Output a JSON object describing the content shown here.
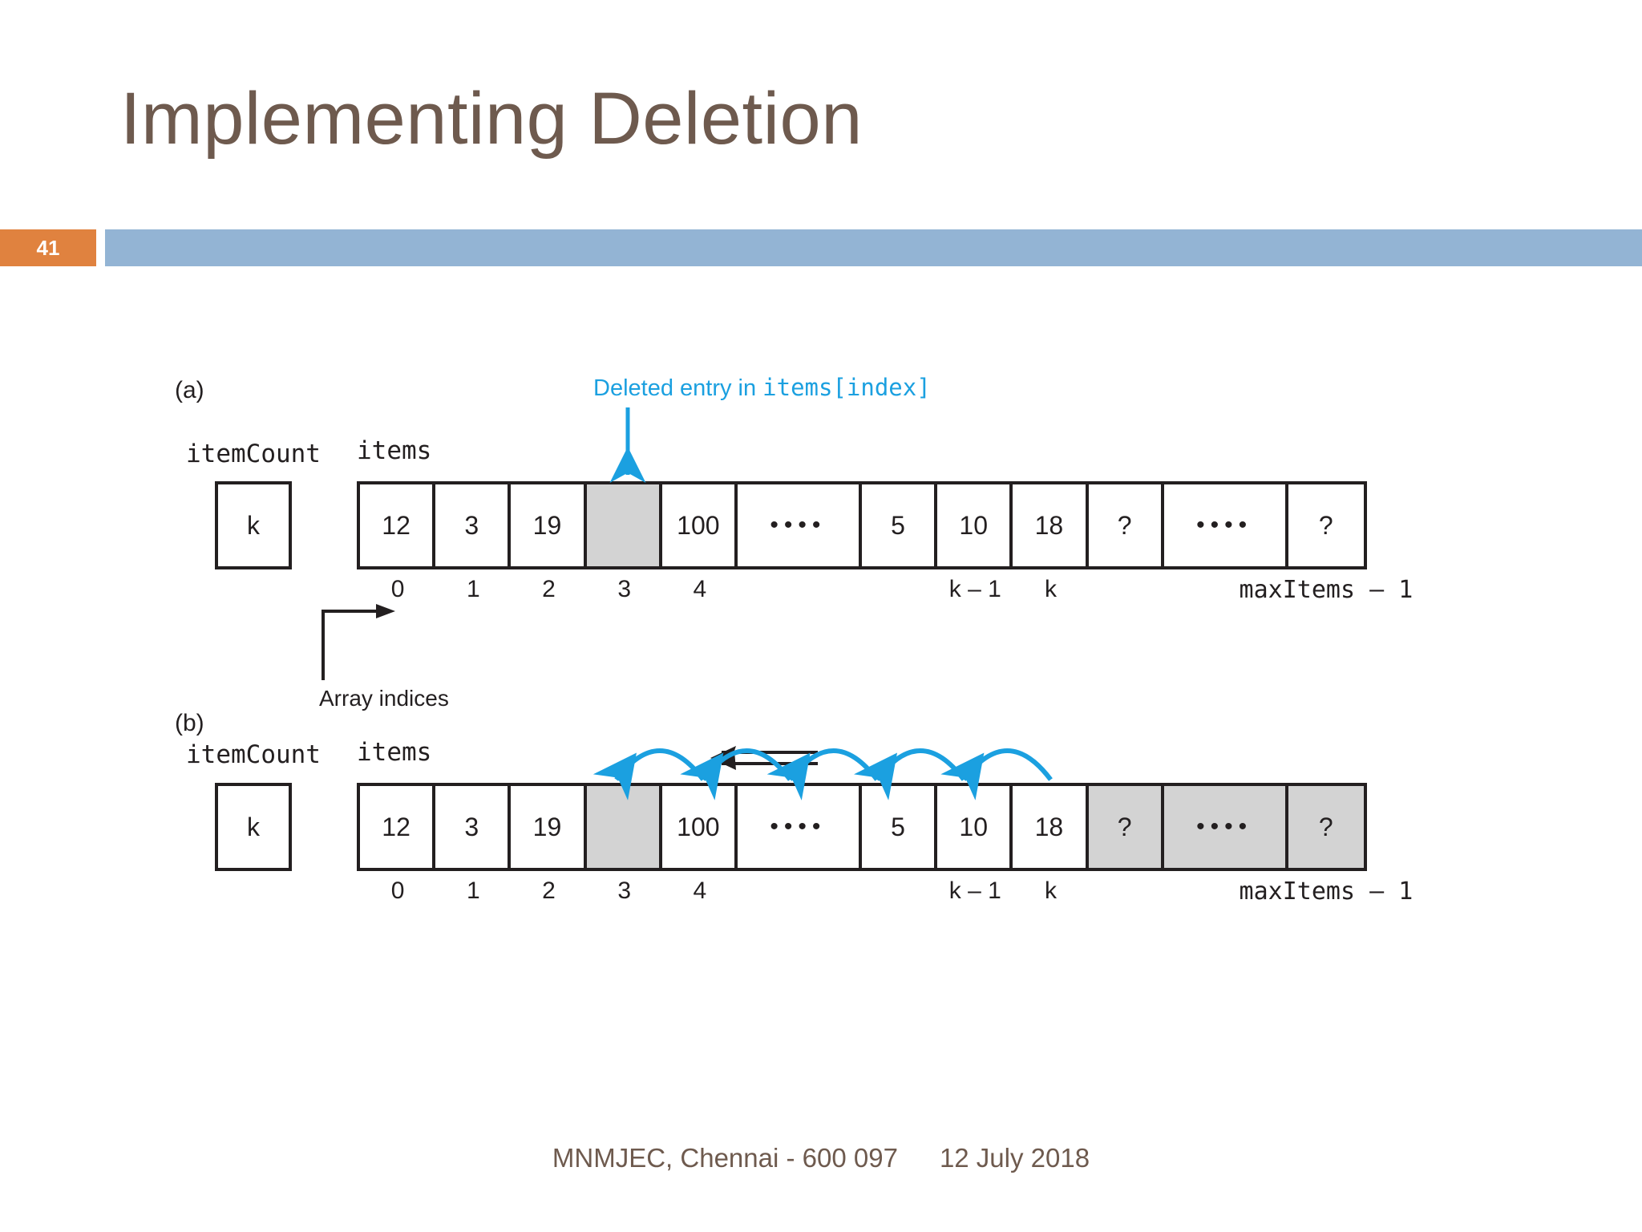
{
  "slide": {
    "title": "Implementing Deletion",
    "page_number": "41",
    "badge_color": "#E0823F",
    "band_color": "#93B4D4",
    "title_color": "#6E5A4E"
  },
  "footer": {
    "institution": "MNMJEC, Chennai - 600 097",
    "date": "12 July 2018"
  },
  "figure": {
    "accent_color": "#1BA0E0",
    "shade_color": "#D3D3D3",
    "callout": {
      "text_prefix": "Deleted entry in ",
      "code": "items[index]"
    },
    "array_indices_label": "Array indices",
    "panel_a": {
      "letter": "(a)",
      "item_count_label": "itemCount",
      "items_label": "items",
      "item_count_value": "k",
      "cells": [
        {
          "value": "12",
          "shaded": false,
          "wide": false
        },
        {
          "value": "3",
          "shaded": false,
          "wide": false
        },
        {
          "value": "19",
          "shaded": false,
          "wide": false
        },
        {
          "value": "",
          "shaded": true,
          "wide": false
        },
        {
          "value": "100",
          "shaded": false,
          "wide": false
        },
        {
          "value": "••••",
          "shaded": false,
          "wide": true
        },
        {
          "value": "5",
          "shaded": false,
          "wide": false
        },
        {
          "value": "10",
          "shaded": false,
          "wide": false
        },
        {
          "value": "18",
          "shaded": false,
          "wide": false
        },
        {
          "value": "?",
          "shaded": false,
          "wide": false
        },
        {
          "value": "••••",
          "shaded": false,
          "wide": true
        },
        {
          "value": "?",
          "shaded": false,
          "wide": false
        }
      ],
      "indices": [
        "0",
        "1",
        "2",
        "3",
        "4",
        "k – 1",
        "k",
        "maxItems – 1"
      ]
    },
    "panel_b": {
      "letter": "(b)",
      "item_count_label": "itemCount",
      "items_label": "items",
      "item_count_value": "k",
      "cells": [
        {
          "value": "12",
          "shaded": false,
          "wide": false
        },
        {
          "value": "3",
          "shaded": false,
          "wide": false
        },
        {
          "value": "19",
          "shaded": false,
          "wide": false
        },
        {
          "value": "",
          "shaded": true,
          "wide": false
        },
        {
          "value": "100",
          "shaded": false,
          "wide": false
        },
        {
          "value": "••••",
          "shaded": false,
          "wide": true
        },
        {
          "value": "5",
          "shaded": false,
          "wide": false
        },
        {
          "value": "10",
          "shaded": false,
          "wide": false
        },
        {
          "value": "18",
          "shaded": false,
          "wide": false
        },
        {
          "value": "?",
          "shaded": true,
          "wide": false
        },
        {
          "value": "••••",
          "shaded": true,
          "wide": true
        },
        {
          "value": "?",
          "shaded": true,
          "wide": false
        }
      ],
      "indices": [
        "0",
        "1",
        "2",
        "3",
        "4",
        "k – 1",
        "k",
        "maxItems – 1"
      ],
      "shift_arrow_count": 5
    }
  }
}
